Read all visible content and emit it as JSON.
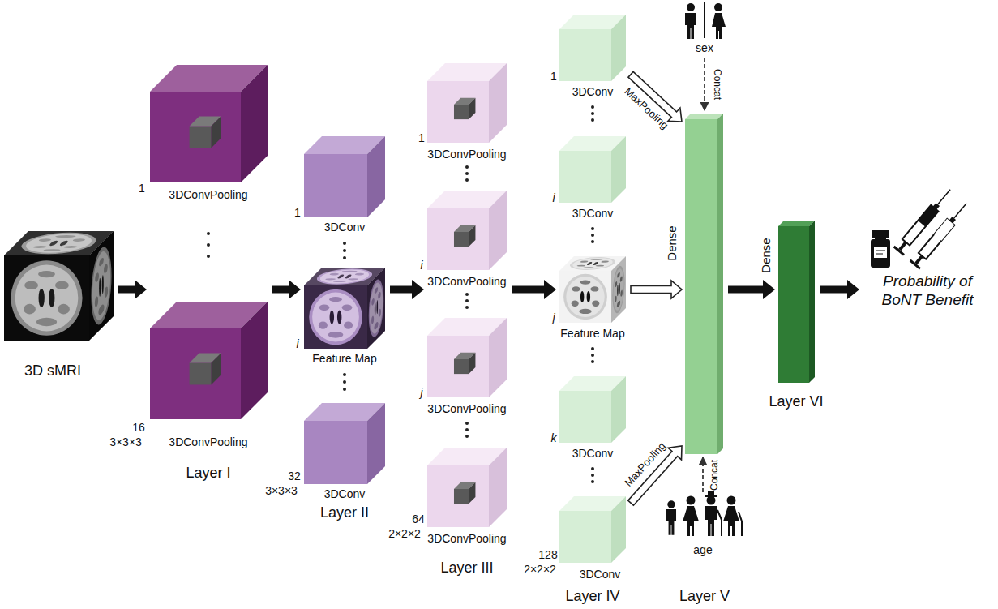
{
  "diagram": {
    "nodes": [
      {
        "text": [
          "3D sMRI"
        ]
      },
      {
        "text": [
          "Layer I"
        ]
      },
      {
        "text": [
          "1",
          "3DConvPooling"
        ],
        "in": 1
      },
      {
        "text": [
          "16",
          "3×3×3",
          "3DConvPooling"
        ],
        "in": 1
      },
      {
        "text": [
          "Layer II"
        ]
      },
      {
        "text": [
          "1",
          "3DConv"
        ],
        "in": 4
      },
      {
        "text": [
          "i",
          "Feature Map"
        ],
        "in": 4
      },
      {
        "text": [
          "32",
          "3×3×3",
          "3DConv"
        ],
        "in": 4
      },
      {
        "text": [
          "Layer III"
        ]
      },
      {
        "text": [
          "1",
          "3DConvPooling"
        ],
        "in": 8
      },
      {
        "text": [
          "i",
          "3DConvPooling"
        ],
        "in": 8
      },
      {
        "text": [
          "j",
          "3DConvPooling"
        ],
        "in": 8
      },
      {
        "text": [
          "64",
          "2×2×2",
          "3DConvPooling"
        ],
        "in": 8
      },
      {
        "text": [
          "Layer IV"
        ]
      },
      {
        "text": [
          "1",
          "3DConv"
        ],
        "in": 13
      },
      {
        "text": [
          "i",
          "3DConv"
        ],
        "in": 13
      },
      {
        "text": [
          "j",
          "Feature Map"
        ],
        "in": 13
      },
      {
        "text": [
          "k",
          "3DConv"
        ],
        "in": 13
      },
      {
        "text": [
          "128",
          "2×2×2",
          "3DConv"
        ],
        "in": 13
      },
      {
        "text": [
          "sex"
        ]
      },
      {
        "text": [
          "Dense",
          "Layer V"
        ]
      },
      {
        "text": [
          "age"
        ]
      },
      {
        "text": [
          "Dense",
          "Layer VI"
        ]
      },
      {
        "text": [
          "Probability of BoNT Benefit"
        ]
      }
    ],
    "edges": [
      {
        "from": 0,
        "to": 1,
        "arrow": "to"
      },
      {
        "from": 1,
        "to": 4,
        "arrow": "to"
      },
      {
        "from": 4,
        "to": 8,
        "arrow": "to"
      },
      {
        "from": 8,
        "to": 13,
        "arrow": "to"
      },
      {
        "from": 14,
        "to": 20,
        "label": "MaxPooling",
        "arrow": "to"
      },
      {
        "from": 16,
        "to": 20,
        "arrow": "to"
      },
      {
        "from": 18,
        "to": 20,
        "label": "MaxPooling",
        "arrow": "to"
      },
      {
        "from": 19,
        "to": 20,
        "label": "Concat",
        "arrow": "to"
      },
      {
        "from": 21,
        "to": 20,
        "label": "Concat",
        "arrow": "to"
      },
      {
        "from": 20,
        "to": 22,
        "arrow": "to"
      },
      {
        "from": 22,
        "to": 23,
        "arrow": "to"
      }
    ]
  }
}
